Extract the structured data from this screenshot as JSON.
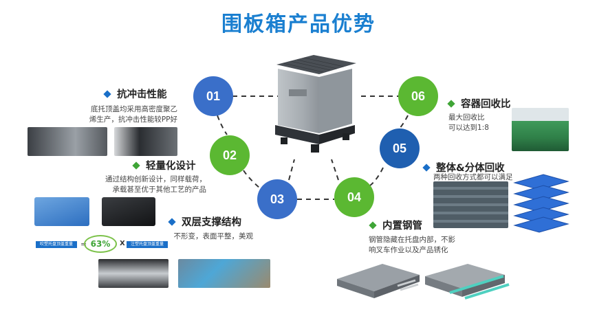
{
  "title": "围板箱产品优势",
  "circles": [
    "01",
    "02",
    "03",
    "04",
    "05",
    "06"
  ],
  "features": {
    "f1": {
      "title": "抗冲击性能",
      "desc": [
        "底托顶盖均采用高密度聚乙",
        "烯生产，抗冲击性能较PP好"
      ]
    },
    "f2": {
      "title": "轻量化设计",
      "desc": [
        "通过结构创新设计，同样载荷，",
        "承载甚至优于其他工艺的产品"
      ]
    },
    "f3": {
      "title": "双层支撑结构",
      "desc": [
        "不形变，表面平整，美观"
      ]
    },
    "f4": {
      "title": "内置钢管",
      "desc": [
        "钢管隐藏在托盘内部，不影",
        "响叉车作业以及产品锈化"
      ]
    },
    "f5": {
      "title": "整体&分体回收",
      "desc": [
        "两种回收方式都可以满足"
      ]
    },
    "f6": {
      "title": "容器回收比",
      "desc": [
        "最大回收比",
        "可以达到1:8"
      ]
    }
  },
  "comparison": {
    "left_label": "吹塑托盘顶盖重量",
    "percent": "63%",
    "right_label": "注塑托盘顶盖重量",
    "multiply": "X",
    "equals": "="
  },
  "colors": {
    "title": "#1a7fd0",
    "blue": "#3a6fc9",
    "green": "#5bb832",
    "dark_blue": "#1f5fb0"
  }
}
